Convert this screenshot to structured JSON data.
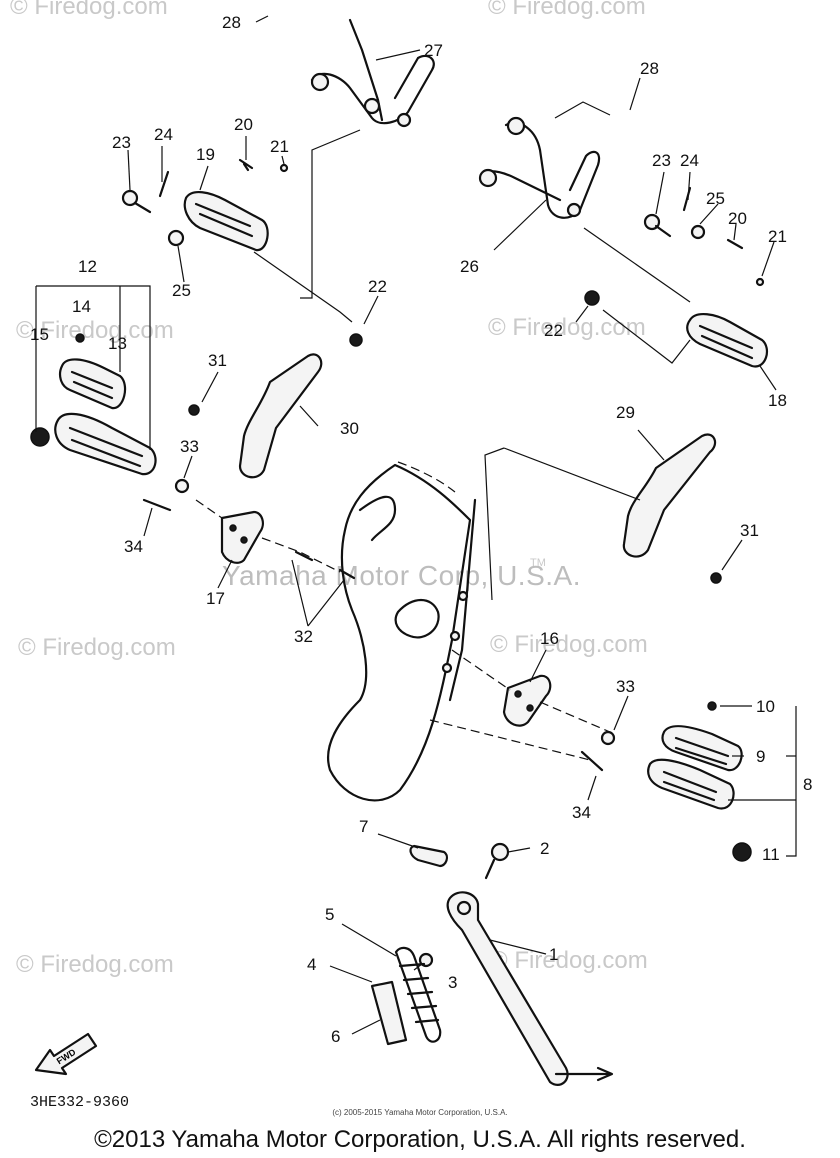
{
  "watermarks": {
    "firedog": "© Firedog.com",
    "firedog_alt": "© Firedog.com",
    "main": "Yamaha Motor Corp, U.S.A.",
    "tm": "TM"
  },
  "callouts": [
    {
      "id": "c1",
      "label": "1"
    },
    {
      "id": "c2",
      "label": "2"
    },
    {
      "id": "c3",
      "label": "3"
    },
    {
      "id": "c4",
      "label": "4"
    },
    {
      "id": "c5",
      "label": "5"
    },
    {
      "id": "c6",
      "label": "6"
    },
    {
      "id": "c7",
      "label": "7"
    },
    {
      "id": "c8",
      "label": "8"
    },
    {
      "id": "c9",
      "label": "9"
    },
    {
      "id": "c10",
      "label": "10"
    },
    {
      "id": "c11",
      "label": "11"
    },
    {
      "id": "c12",
      "label": "12"
    },
    {
      "id": "c13",
      "label": "13"
    },
    {
      "id": "c14",
      "label": "14"
    },
    {
      "id": "c15",
      "label": "15"
    },
    {
      "id": "c16",
      "label": "16"
    },
    {
      "id": "c17",
      "label": "17"
    },
    {
      "id": "c18",
      "label": "18"
    },
    {
      "id": "c19",
      "label": "19"
    },
    {
      "id": "c20a",
      "label": "20"
    },
    {
      "id": "c20b",
      "label": "20"
    },
    {
      "id": "c21a",
      "label": "21"
    },
    {
      "id": "c21b",
      "label": "21"
    },
    {
      "id": "c22a",
      "label": "22"
    },
    {
      "id": "c22b",
      "label": "22"
    },
    {
      "id": "c23a",
      "label": "23"
    },
    {
      "id": "c23b",
      "label": "23"
    },
    {
      "id": "c24a",
      "label": "24"
    },
    {
      "id": "c24b",
      "label": "24"
    },
    {
      "id": "c25a",
      "label": "25"
    },
    {
      "id": "c25b",
      "label": "25"
    },
    {
      "id": "c26",
      "label": "26"
    },
    {
      "id": "c27",
      "label": "27"
    },
    {
      "id": "c28a",
      "label": "28"
    },
    {
      "id": "c28b",
      "label": "28"
    },
    {
      "id": "c29",
      "label": "29"
    },
    {
      "id": "c30",
      "label": "30"
    },
    {
      "id": "c31a",
      "label": "31"
    },
    {
      "id": "c31b",
      "label": "31"
    },
    {
      "id": "c32",
      "label": "32"
    },
    {
      "id": "c33a",
      "label": "33"
    },
    {
      "id": "c33b",
      "label": "33"
    },
    {
      "id": "c34a",
      "label": "34"
    },
    {
      "id": "c34b",
      "label": "34"
    }
  ],
  "fwd_label": "FWD",
  "diagram_code": "3HE332-9360",
  "small_copyright": "(c) 2005-2015 Yamaha Motor Corporation, U.S.A.",
  "footer_copyright": "©2013 Yamaha Motor Corporation, U.S.A. All rights reserved."
}
